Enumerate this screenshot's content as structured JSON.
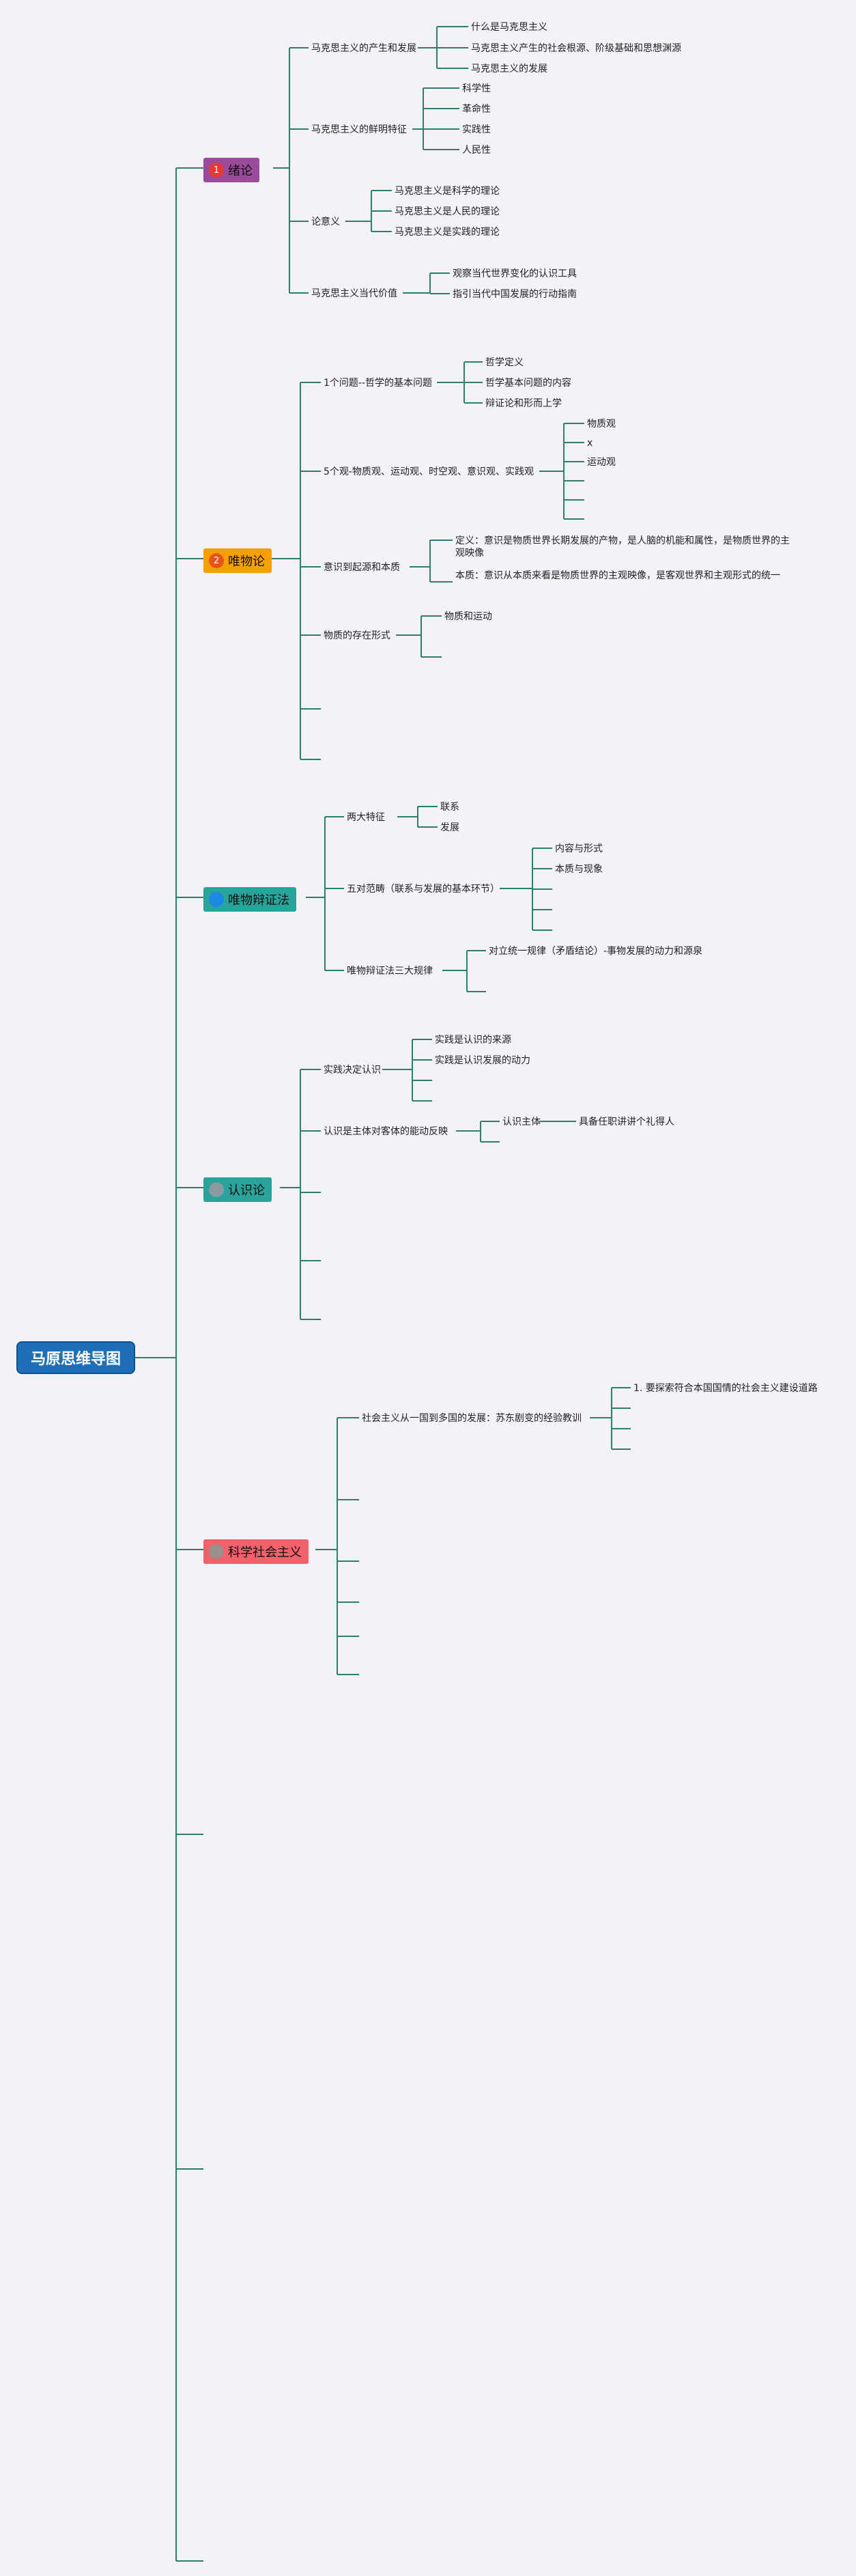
{
  "root": "马原思维导图",
  "branches": [
    {
      "label": "绪论",
      "color": "#9c4a9c",
      "icon_color": "#e53935",
      "icon": "1",
      "children": [
        {
          "label": "马克思主义的产生和发展",
          "children": [
            "什么是马克思主义",
            "马克思主义产生的社会根源、阶级基础和思想渊源",
            "马克思主义的发展"
          ]
        },
        {
          "label": "马克思主义的鲜明特征",
          "children": [
            "科学性",
            "革命性",
            "实践性",
            "人民性"
          ]
        },
        {
          "label": "论意义",
          "children": [
            "马克思主义是科学的理论",
            "马克思主义是人民的理论",
            "马克思主义是实践的理论"
          ]
        },
        {
          "label": "马克思主义当代价值",
          "children": [
            "观察当代世界变化的认识工具",
            "指引当代中国发展的行动指南"
          ]
        }
      ]
    },
    {
      "label": "唯物论",
      "color": "#f5a000",
      "icon_color": "#e5541b",
      "icon": "2",
      "children": [
        {
          "label": "1个问题--哲学的基本问题",
          "children": [
            "哲学定义",
            "哲学基本问题的内容",
            "辩证论和形而上学"
          ]
        },
        {
          "label": "5个观-物质观、运动观、时空观、意识观、实践观",
          "children": [
            "物质观",
            "x",
            "运动观",
            "",
            "",
            ""
          ]
        },
        {
          "label": "意识到起源和本质",
          "children": [
            "定义：意识是物质世界长期发展的产物，是人脑的机能和属性，是物质世界的主观映像",
            "本质：意识从本质来看是物质世界的主观映像，是客观世界和主观形式的统一"
          ]
        },
        {
          "label": "物质的存在形式",
          "children": [
            "物质和运动",
            ""
          ]
        },
        {
          "label": "",
          "children": []
        },
        {
          "label": "",
          "children": []
        }
      ]
    },
    {
      "label": "唯物辩证法",
      "color": "#2aa39a",
      "icon_color": "#1e88e5",
      "icon": "",
      "children": [
        {
          "label": "两大特征",
          "children": [
            "联系",
            "发展"
          ]
        },
        {
          "label": "五对范畴（联系与发展的基本环节）",
          "children": [
            "内容与形式",
            "本质与现象",
            "",
            "",
            ""
          ]
        },
        {
          "label": "唯物辩证法三大规律",
          "children": [
            "对立统一规律（矛盾结论）-事物发展的动力和源泉",
            ""
          ]
        }
      ]
    },
    {
      "label": "认识论",
      "color": "#2aa39a",
      "icon_color": "#8a9aa0",
      "icon": "",
      "children": [
        {
          "label": "实践决定认识",
          "children": [
            "实践是认识的来源",
            "实践是认识发展的动力",
            "",
            ""
          ]
        },
        {
          "label": "认识是主体对客体的能动反映",
          "children": [
            "认识主体",
            ""
          ],
          "extra": "具备任职讲讲个礼得人"
        },
        {
          "label": "",
          "children": []
        },
        {
          "label": "",
          "children": []
        },
        {
          "label": "",
          "children": []
        }
      ]
    },
    {
      "label": "科学社会主义",
      "color": "#f2606a",
      "icon_color": "#9a8f8a",
      "icon": "",
      "children": [
        {
          "label": "社会主义从一国到多国的发展：苏东剧变的经验教训",
          "children": [
            "1. 要探索符合本国国情的社会主义建设道路",
            "",
            "",
            ""
          ]
        },
        {
          "label": "",
          "children": []
        },
        {
          "label": "",
          "children": []
        },
        {
          "label": "",
          "children": []
        },
        {
          "label": "",
          "children": []
        },
        {
          "label": "",
          "children": []
        }
      ]
    },
    {
      "label": "",
      "children": []
    },
    {
      "label": "",
      "children": []
    },
    {
      "label": "",
      "children": []
    }
  ]
}
